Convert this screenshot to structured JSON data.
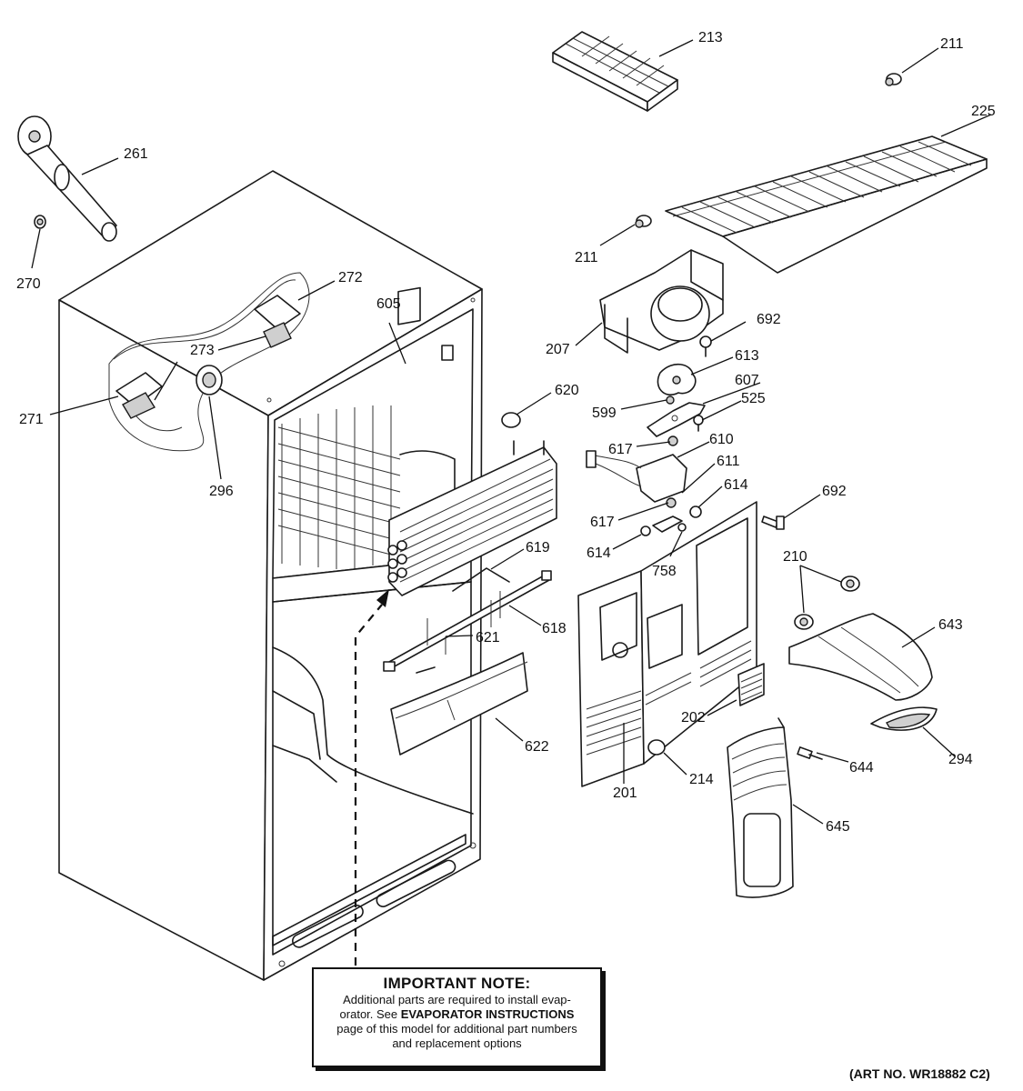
{
  "callouts": {
    "c213": "213",
    "c211a": "211",
    "c225": "225",
    "c261": "261",
    "c270": "270",
    "c272": "272",
    "c605": "605",
    "c273": "273",
    "c271": "271",
    "c296": "296",
    "c211b": "211",
    "c207": "207",
    "c692a": "692",
    "c613": "613",
    "c607": "607",
    "c620": "620",
    "c599": "599",
    "c525": "525",
    "c610": "610",
    "c617a": "617",
    "c611": "611",
    "c614a": "614",
    "c617b": "617",
    "c692b": "692",
    "c614b": "614",
    "c619": "619",
    "c758": "758",
    "c210": "210",
    "c618": "618",
    "c621": "621",
    "c643": "643",
    "c622": "622",
    "c202": "202",
    "c294": "294",
    "c201": "201",
    "c214": "214",
    "c644": "644",
    "c645": "645"
  },
  "note": {
    "title": "IMPORTANT NOTE:",
    "line1": "Additional parts are required to install evap-",
    "line2_prefix": "orator.  See ",
    "line2_bold": "EVAPORATOR INSTRUCTIONS",
    "line3": "page of this model for additional part numbers",
    "line4": "and replacement options"
  },
  "art_number": "(ART NO. WR18882 C2)"
}
